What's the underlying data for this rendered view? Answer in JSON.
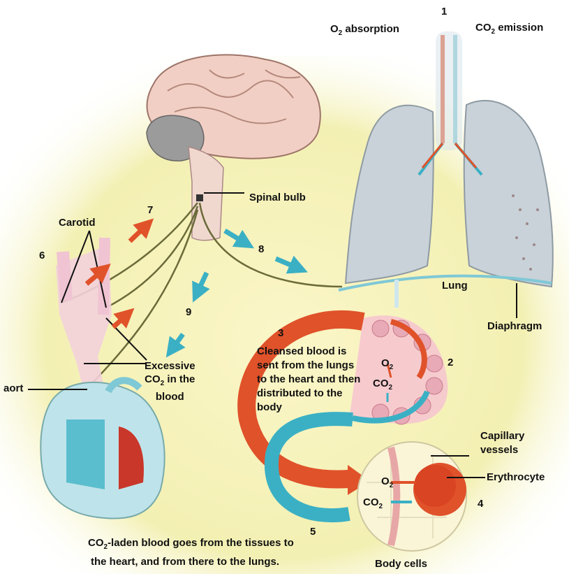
{
  "labels": {
    "n1": "1",
    "o2_absorption_pre": "O",
    "o2_absorption_sub": "2",
    "o2_absorption_post": " absorption",
    "co2_emission_pre": "CO",
    "co2_emission_sub": "2",
    "co2_emission_post": " emission",
    "spinal_bulb": "Spinal bulb",
    "carotid": "Carotid",
    "n6": "6",
    "n7": "7",
    "n8": "8",
    "n9": "9",
    "lung": "Lung",
    "diaphragm": "Diaphragm",
    "n3": "3",
    "cleansed": "Cleansed blood is sent from the lungs to the heart and then distributed to the body",
    "n2": "2",
    "alv_o2_pre": "O",
    "alv_o2_sub": "2",
    "alv_co2_pre": "CO",
    "alv_co2_sub": "2",
    "excessive_pre": "Excessive",
    "excessive_co": "CO",
    "excessive_sub": "2",
    "excessive_post": " in the",
    "excessive_blood": "blood",
    "aort": "aort",
    "capillary": "Capillary vessels",
    "erythrocyte": "Erythrocyte",
    "cell_o2_pre": "O",
    "cell_o2_sub": "2",
    "cell_co2_pre": "CO",
    "cell_co2_sub": "2",
    "n4": "4",
    "n5": "5",
    "laden_pre": "CO",
    "laden_sub": "2",
    "laden_line1": "-laden blood goes from the tissues to",
    "laden_line2": "the heart, and from there to the lungs.",
    "body_cells": "Body cells"
  },
  "colors": {
    "oxygenated": "#e0522a",
    "deoxygenated": "#3bb0c4",
    "lung_fill": "#cdd6dc",
    "brain_fill": "#f2cfc4",
    "background_glow": "#f4f0b0"
  }
}
